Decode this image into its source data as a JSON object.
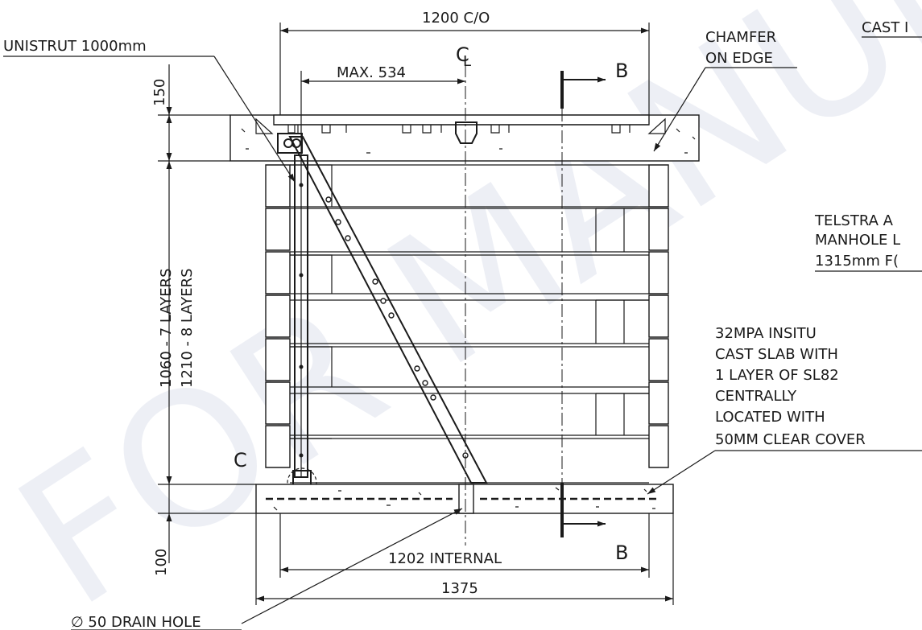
{
  "dimensions": {
    "top_width": "1200 C/O",
    "max_offset": "MAX. 534",
    "internal_width": "1202 INTERNAL",
    "overall_width": "1375",
    "lid_height": "150",
    "wall_height_line1": "1060 - 7 LAYERS",
    "wall_height_line2": "1210 - 8 LAYERS",
    "base_height": "100"
  },
  "labels": {
    "unistrut": "UNISTRUT 1000mm",
    "centerline": "C",
    "centerline_sub": "L",
    "section_top": "B",
    "section_bottom": "B",
    "detail_ref": "C",
    "chamfer_line1": "CHAMFER",
    "chamfer_line2": "ON EDGE",
    "cast_truncated": "CAST I",
    "telstra_line1": "TELSTRA A",
    "telstra_line2": "MANHOLE L",
    "telstra_line3": "1315mm F(",
    "slab_line1": "32MPA INSITU",
    "slab_line2": "CAST SLAB WITH",
    "slab_line3": "1 LAYER OF SL82",
    "slab_line4": "CENTRALLY",
    "slab_line5": "LOCATED WITH",
    "slab_line6": "50MM CLEAR COVER",
    "drain_hole": "∅ 50 DRAIN HOLE"
  },
  "watermark": {
    "text": "FOR MANUF",
    "color": "#dfe3ee"
  },
  "colors": {
    "ink": "#1a1a1a",
    "paper": "#ffffff"
  }
}
